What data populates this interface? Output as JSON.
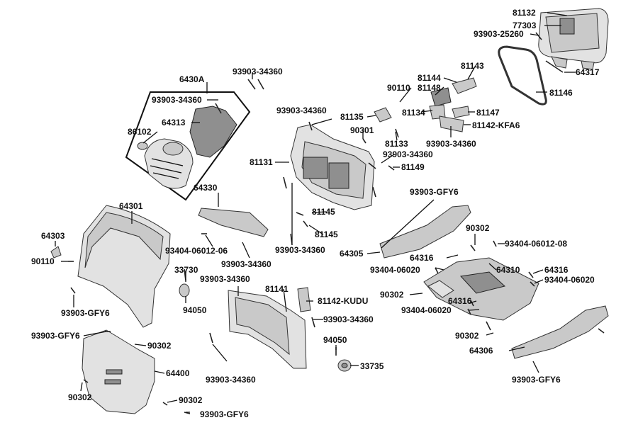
{
  "labels": {
    "p81132": "81132",
    "p77303": "77303",
    "p93903_25260": "93903-25260",
    "p64317": "64317",
    "p81146": "81146",
    "p81143": "81143",
    "p81144": "81144",
    "p81148": "81148",
    "p90110a": "90110",
    "p81135": "81135",
    "p81134": "81134",
    "p81147": "81147",
    "p81142_kfa6": "81142-KFA6",
    "p90301": "90301",
    "p81133": "81133",
    "p93903_34360_f": "93903-34360",
    "p93903_34360_g": "93903-34360",
    "p81149": "81149",
    "p93903_34360_a": "93903-34360",
    "p6430a": "6430A",
    "p93903_34360_b": "93903-34360",
    "p64313": "64313",
    "p86102": "86102",
    "p93903_34360_c": "93903-34360",
    "p81131": "81131",
    "p64330": "64330",
    "p81145a": "81145",
    "p81145b": "81145",
    "p93903_34360_d": "93903-34360",
    "p64301": "64301",
    "p64303": "64303",
    "p90110b": "90110",
    "p93404_06012_06": "93404-06012-06",
    "p93903_34360_e": "93903-34360",
    "p93903_gfy6_a": "93903-GFY6",
    "p64305": "64305",
    "p90302a": "90302",
    "p93404_06012_08": "93404-06012-08",
    "p64316a": "64316",
    "p93404_06020a": "93404-06020",
    "p64310": "64310",
    "p64316b": "64316",
    "p93404_06020b": "93404-06020",
    "p33730": "33730",
    "p93903_34360_h": "93903-34360",
    "p81141": "81141",
    "p81142_kudu": "81142-KUDU",
    "p90302b": "90302",
    "p64316c": "64316",
    "p93404_06020c": "93404-06020",
    "p94050a": "94050",
    "p93903_34360_i": "93903-34360",
    "p93903_gfy6_b": "93903-GFY6",
    "p90302c": "90302",
    "p93903_gfy6_c": "93903-GFY6",
    "p90302d": "90302",
    "p94050b": "94050",
    "p64306": "64306",
    "p33735": "33735",
    "p64400": "64400",
    "p93903_34360_j": "93903-34360",
    "p93903_gfy6_d": "93903-GFY6",
    "p90302e": "90302",
    "p90302f": "90302",
    "p93903_gfy6_e": "93903-GFY6"
  },
  "colors": {
    "label_text": "#111111",
    "part_fill": "#c9c9c9",
    "part_outline": "#333333",
    "background": "#ffffff"
  }
}
